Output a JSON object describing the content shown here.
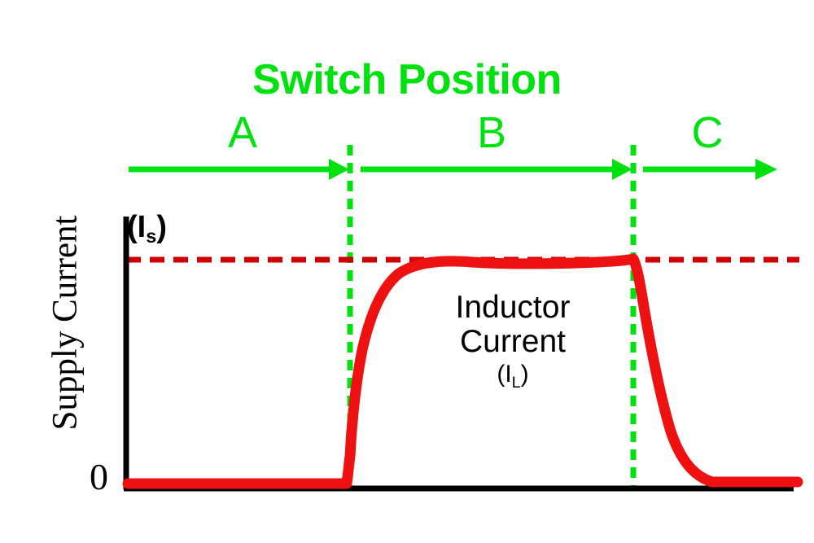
{
  "title": "Switch Position",
  "axes": {
    "y_label": "Supply Current",
    "y_zero_tick": "0",
    "y_max_label_prefix": "(I",
    "y_max_label_sub": "s",
    "y_max_label_suffix": ")"
  },
  "regions": [
    {
      "id": "A",
      "label": "A"
    },
    {
      "id": "B",
      "label": "B"
    },
    {
      "id": "C",
      "label": "C"
    }
  ],
  "annotation": {
    "line1": "Inductor",
    "line2": "Current",
    "sym_prefix": "(I",
    "sym_sub": "L",
    "sym_suffix": ")"
  },
  "colors": {
    "green": "#00e20f",
    "red": "#ee1111",
    "axis": "#000000",
    "background": "#ffffff"
  },
  "chart_data": {
    "type": "line",
    "title": "Switch Position",
    "xlabel": "",
    "ylabel": "Supply Current",
    "grid": false,
    "legend": "none",
    "ylim": [
      0,
      1.12
    ],
    "xlim": [
      0,
      1
    ],
    "y_ticks": [
      {
        "value": 0,
        "label": "0"
      },
      {
        "value": 1,
        "label": "(I_s)"
      }
    ],
    "reference_lines": [
      {
        "orientation": "horizontal",
        "value": 1,
        "label": "(I_s)",
        "style": "dashed",
        "color": "#cc0000"
      },
      {
        "orientation": "vertical",
        "value": 0.336,
        "label": "A|B boundary",
        "style": "dashed",
        "color": "#00e20f"
      },
      {
        "orientation": "vertical",
        "value": 0.757,
        "label": "B|C boundary",
        "style": "dashed",
        "color": "#00e20f"
      }
    ],
    "regions": [
      {
        "label": "A",
        "x_start": 0.0,
        "x_end": 0.336
      },
      {
        "label": "B",
        "x_start": 0.336,
        "x_end": 0.757
      },
      {
        "label": "C",
        "x_start": 0.757,
        "x_end": 1.0
      }
    ],
    "series": [
      {
        "name": "Inductor Current (I_L)",
        "color": "#ee1111",
        "points": [
          {
            "x": 0.0,
            "y": 0.0
          },
          {
            "x": 0.33,
            "y": 0.0
          },
          {
            "x": 0.336,
            "y": 0.06
          },
          {
            "x": 0.345,
            "y": 0.3
          },
          {
            "x": 0.36,
            "y": 0.52
          },
          {
            "x": 0.38,
            "y": 0.68
          },
          {
            "x": 0.405,
            "y": 0.8
          },
          {
            "x": 0.44,
            "y": 0.9
          },
          {
            "x": 0.48,
            "y": 0.95
          },
          {
            "x": 0.53,
            "y": 0.975
          },
          {
            "x": 0.6,
            "y": 0.98
          },
          {
            "x": 0.7,
            "y": 0.98
          },
          {
            "x": 0.757,
            "y": 1.0
          },
          {
            "x": 0.77,
            "y": 0.9
          },
          {
            "x": 0.79,
            "y": 0.7
          },
          {
            "x": 0.81,
            "y": 0.5
          },
          {
            "x": 0.835,
            "y": 0.32
          },
          {
            "x": 0.858,
            "y": 0.15
          },
          {
            "x": 0.88,
            "y": 0.03
          },
          {
            "x": 0.895,
            "y": 0.0
          },
          {
            "x": 1.0,
            "y": 0.0
          }
        ]
      }
    ]
  }
}
